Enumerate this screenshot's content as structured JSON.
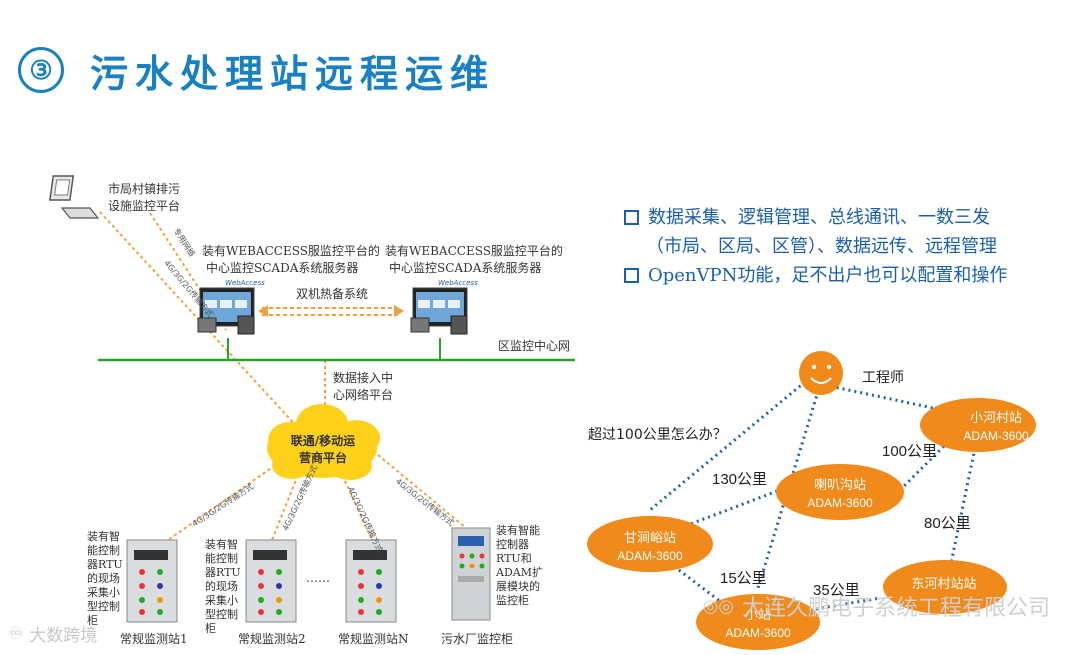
{
  "title": {
    "number": "③",
    "text": "污水处理站远程运维"
  },
  "left_diagram": {
    "top_pc_label_1": "市局村镇排污",
    "top_pc_label_2": "设施监控平台",
    "server1_label_1": "装有WEBACCESS服监控平台的",
    "server1_label_2": "中心监控SCADA系统服务器",
    "server2_label_1": "装有WEBACCESS服监控平台的",
    "server2_label_2": "中心监控SCADA系统服务器",
    "hot_standby": "双机热备系统",
    "network_label": "区监控中心网",
    "access_label_1": "数据接入中",
    "access_label_2": "心网络平台",
    "cloud_label_1": "联通/移动运",
    "cloud_label_2": "营商平台",
    "line_label_topleft": "4G/3G/2G传输方式",
    "line_label_pc": "专用网络",
    "line_label_cab1": "4G/3G/2G传输方式",
    "line_label_cab2": "4G/3G/2G传输方式",
    "line_label_cabN": "4G/3G/2G传输方式",
    "line_label_plant": "4G/3G/2G传输方式",
    "cab1_note": "装有智能控制器RTU的现场采集小型控制柜",
    "cab2_note": "装有智能控制器RTU的现场采集小型控制柜",
    "plant_note": "装有智能控制器RTU和ADAM扩展模块的监控柜",
    "ellipsis": "……",
    "cab1_caption": "常规监测站1",
    "cab2_caption": "常规监测站2",
    "cabN_caption": "常规监测站N",
    "plant_caption": "污水厂监控柜"
  },
  "bullets": {
    "line1": "数据采集、逻辑管理、总线通讯、一数三发",
    "line2": "（市局、区局、区管）、数据远传、远程管理",
    "line3": "OpenVPN功能，足不出户也可以配置和操作"
  },
  "network_map": {
    "engineer_label": "工程师",
    "question": "超过100公里怎么办？",
    "stations": [
      {
        "name": "小河村站",
        "model": "ADAM-3600"
      },
      {
        "name": "喇叭沟站",
        "model": "ADAM-3600"
      },
      {
        "name": "甘涧峪站",
        "model": "ADAM-3600"
      },
      {
        "name": "东河村站站",
        "model": ""
      },
      {
        "name": "小站",
        "model": "ADAM-3600"
      }
    ],
    "distances": {
      "d100": "100公里",
      "d130": "130公里",
      "d80": "80公里",
      "d15": "15公里",
      "d35": "35公里"
    },
    "station_color": "#f08a1a",
    "line_color": "#1f5fa8"
  },
  "watermark": "大连久鹏电子系统工程有限公司",
  "watermark2": "大数跨境",
  "colors": {
    "title": "#1a80c4",
    "bullet": "#1a5fae",
    "network_line": "#2ca02c",
    "dash": "#f0a040"
  }
}
